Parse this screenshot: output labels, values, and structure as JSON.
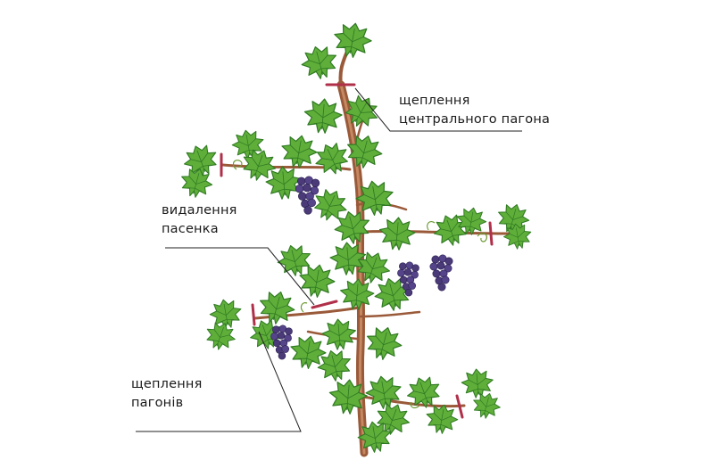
{
  "annotations": [
    {
      "id": "central-shoot-pinching",
      "lines": [
        "щеплення",
        "центрального пагона"
      ]
    },
    {
      "id": "sideshoot-removal",
      "lines": [
        "видалення",
        "пасенка"
      ]
    },
    {
      "id": "shoots-pinching",
      "lines": [
        "щеплення",
        "пагонів"
      ]
    }
  ],
  "colors": {
    "trunk": "#9a5a3a",
    "leaf": "#5fae3a",
    "leaf_dark": "#2f7a22",
    "grape": "#4a3a78",
    "cut_mark": "#b0304a",
    "leader_line": "#222222"
  }
}
